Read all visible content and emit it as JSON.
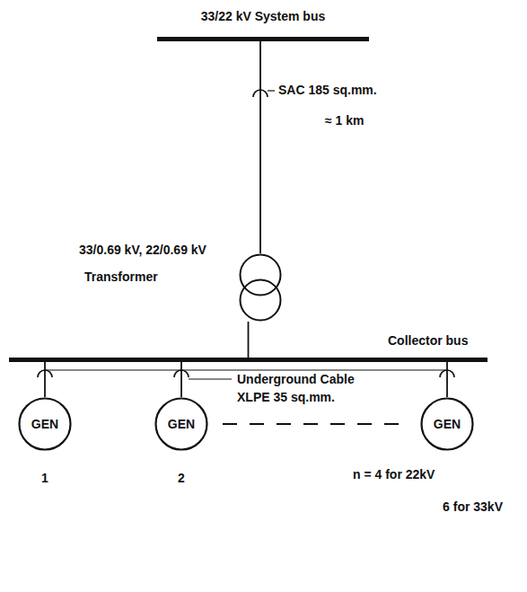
{
  "diagram": {
    "nodes": [
      {
        "text": [
          "33/22 kV System bus"
        ]
      },
      {
        "text": [
          "33/0.69 kV, 22/0.69 kV",
          "Transformer"
        ]
      },
      {
        "text": [
          "Collector bus"
        ]
      },
      {
        "text": [
          "GEN"
        ]
      },
      {
        "text": [
          "GEN"
        ]
      },
      {
        "text": [
          "GEN"
        ]
      }
    ],
    "edges": [
      {
        "from": 0,
        "to": 1,
        "arrow": "none"
      },
      {
        "from": 1,
        "to": 2,
        "arrow": "none"
      },
      {
        "from": 2,
        "to": 3,
        "arrow": "none"
      },
      {
        "from": 2,
        "to": 4,
        "arrow": "none"
      },
      {
        "from": 2,
        "to": 5,
        "arrow": "none"
      }
    ],
    "labels": [
      "SAC 185 sq.mm.",
      "≈ 1 km",
      "Underground Cable",
      "XLPE 35 sq.mm.",
      "1",
      "2",
      "n = 4 for 22kV",
      "6 for 33kV"
    ]
  }
}
